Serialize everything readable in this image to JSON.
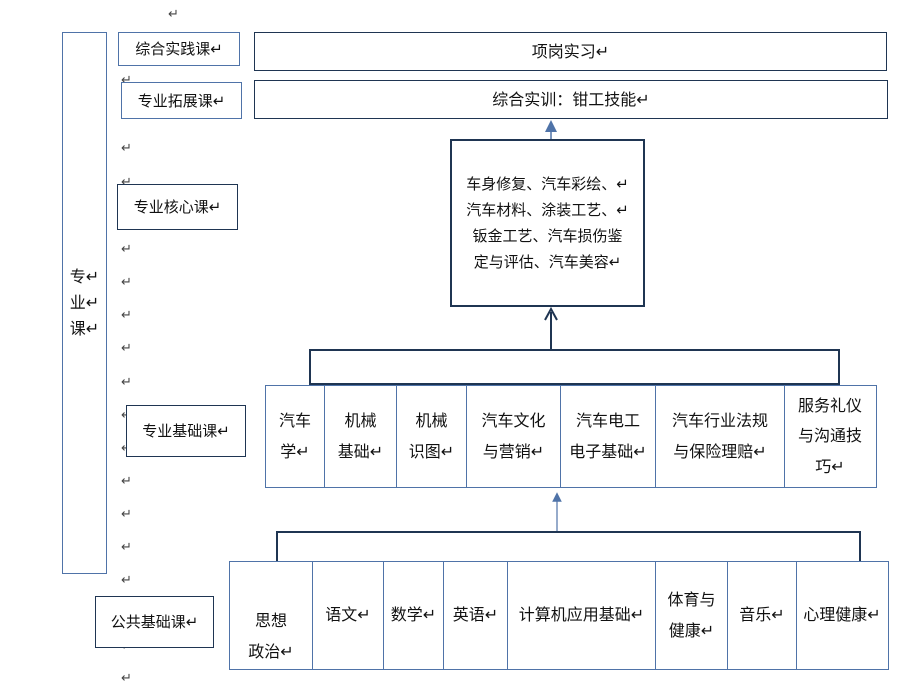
{
  "paragraph_mark": "↵",
  "major_course": "专↵\n业↵\n课↵",
  "side_labels": {
    "practice": "综合实践课↵",
    "expansion": "专业拓展课↵",
    "core": "专业核心课↵",
    "foundation": "专业基础课↵",
    "public": "公共基础课↵"
  },
  "practice_course": "项岗实习↵",
  "expansion_course": "综合实训：钳工技能↵",
  "core_courses": "车身修复、汽车彩绘、↵\n汽车材料、涂装工艺、↵\n钣金工艺、汽车损伤鉴\n定与评估、汽车美容↵",
  "foundation_courses": [
    "汽车\n学↵",
    "机械\n基础↵",
    "机械\n识图↵",
    "汽车文化\n与营销↵",
    "汽车电工\n电子基础↵",
    "汽车行业法规\n与保险理赔↵",
    "服务礼仪\n与沟通技\n巧↵"
  ],
  "public_courses": [
    "思想\n政治↵",
    "语文↵",
    "数学↵",
    "英语↵",
    "计算机应用基础↵",
    "体育与\n健康↵",
    "音乐↵",
    "心理健康↵"
  ],
  "colors": {
    "box_border": "#4f73a8",
    "dark_border": "#1f3552",
    "arrow": "#4f73a8"
  }
}
